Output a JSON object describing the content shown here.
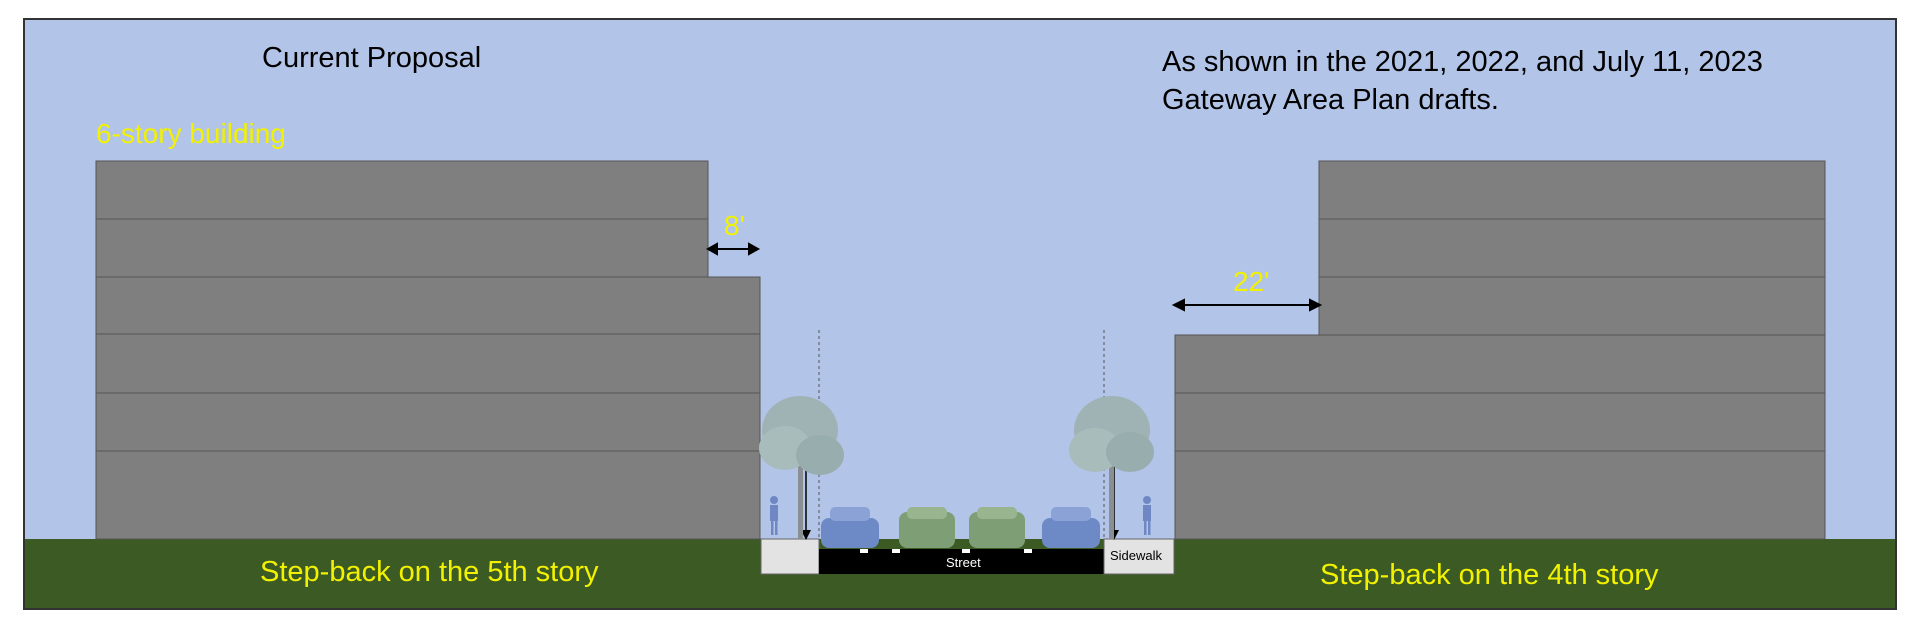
{
  "left_panel": {
    "title": "Current Proposal",
    "building_label": "6-story building",
    "setback_label": "8'",
    "footer": "Step-back on the 5th story"
  },
  "right_panel": {
    "note_line1": "As shown in the 2021, 2022, and July 11, 2023",
    "note_line2": "Gateway Area Plan drafts.",
    "setback_label": "22'",
    "footer": "Step-back on the 4th story"
  },
  "street": {
    "street_label": "Street",
    "sidewalk_label": "Sidewalk"
  },
  "colors": {
    "sky": "#b2c4e8",
    "ground": "#3c5a23",
    "building": "#7f7f7f",
    "label_yellow": "#f2f200"
  }
}
